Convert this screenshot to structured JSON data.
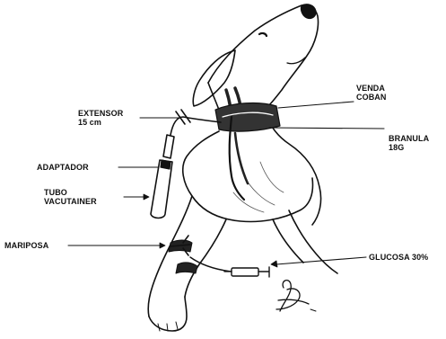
{
  "labels": {
    "extensor": {
      "line1": "EXTENSOR",
      "line2": "15 cm"
    },
    "venda": {
      "line1": "VENDA",
      "line2": "COBAN"
    },
    "branula": {
      "line1": "BRANULA",
      "line2": "18G"
    },
    "adaptador": {
      "line1": "ADAPTADOR"
    },
    "tubo": {
      "line1": "TUBO",
      "line2": "VACUTAINER"
    },
    "mariposa": {
      "line1": "MARIPOSA"
    },
    "glucosa": {
      "line1": "GLUCOSA 30%"
    }
  },
  "colors": {
    "ink": "#111111",
    "paper": "#ffffff"
  }
}
